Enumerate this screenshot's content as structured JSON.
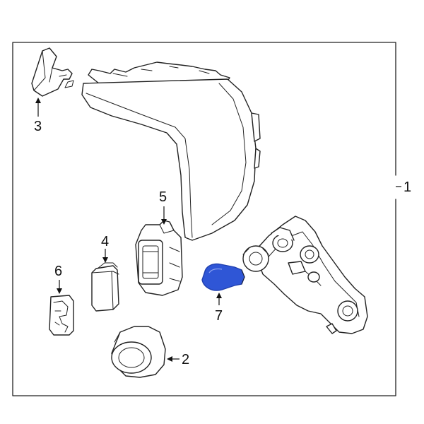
{
  "diagram": {
    "callouts": [
      {
        "id": "1",
        "label": "1"
      },
      {
        "id": "2",
        "label": "2"
      },
      {
        "id": "3",
        "label": "3"
      },
      {
        "id": "4",
        "label": "4"
      },
      {
        "id": "5",
        "label": "5"
      },
      {
        "id": "6",
        "label": "6"
      },
      {
        "id": "7",
        "label": "7"
      }
    ],
    "colors": {
      "line": "#222222",
      "highlight": "#2f56d6",
      "highlight_dark": "#1f3fae",
      "background": "#ffffff"
    }
  }
}
